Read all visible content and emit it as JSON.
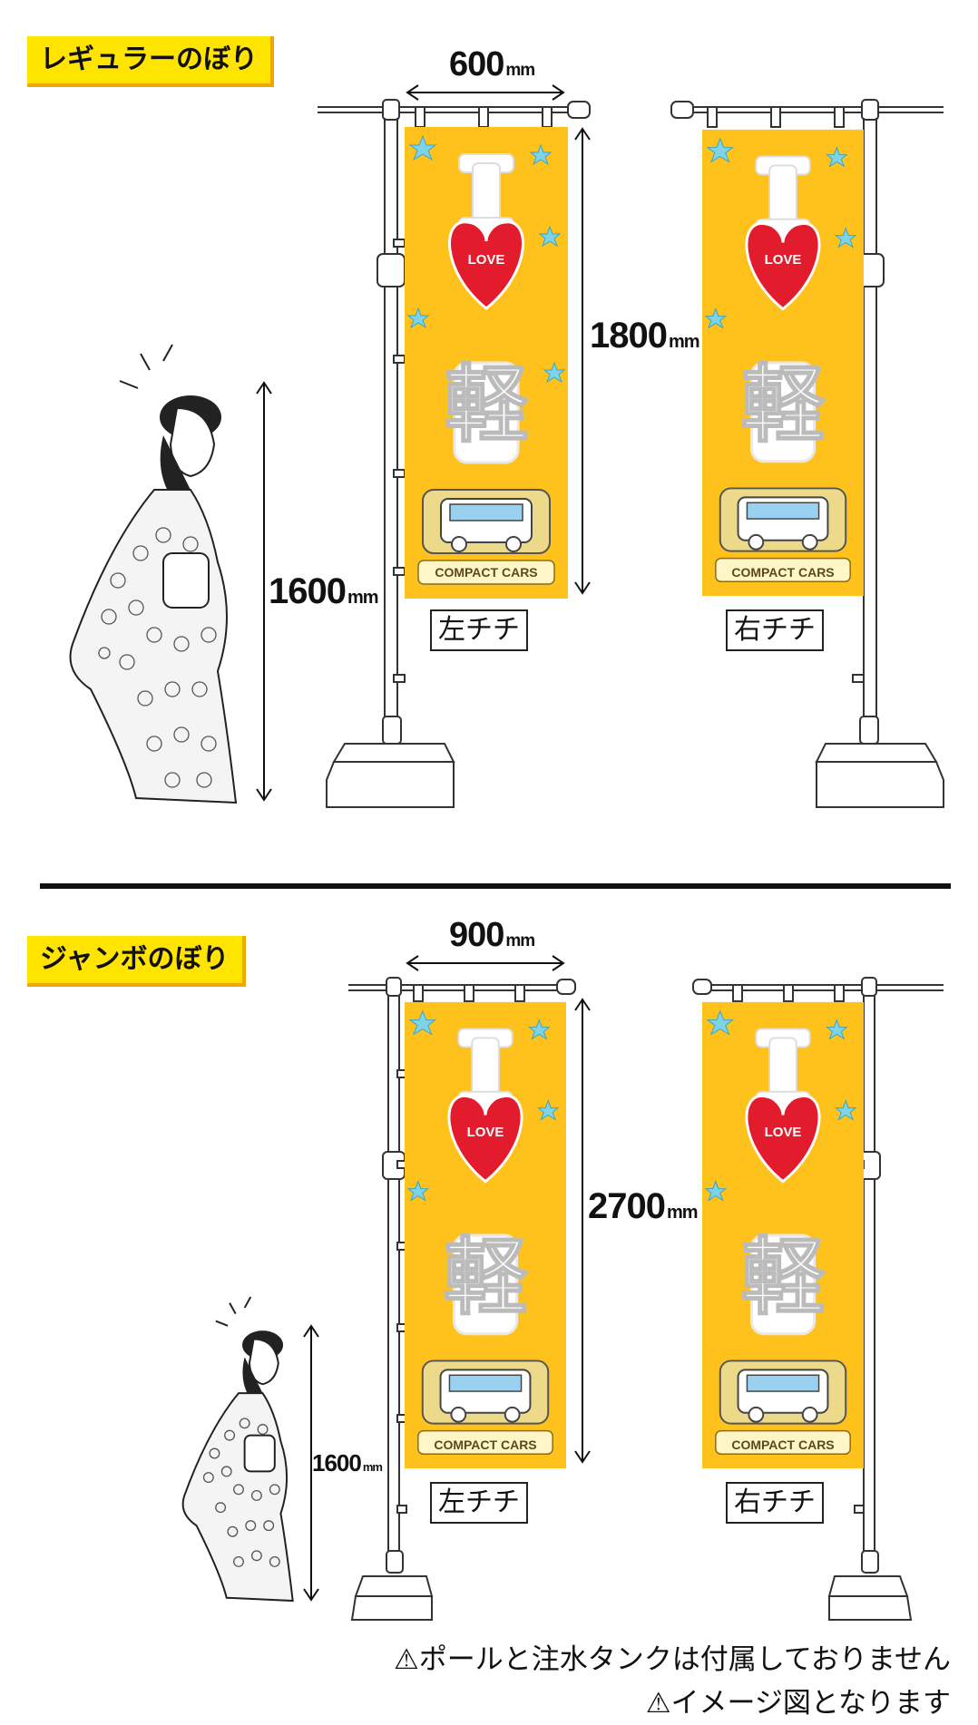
{
  "regular": {
    "label": "レギュラーのぼり",
    "width_value": "600",
    "height_value": "1800",
    "person_value": "1600",
    "unit": "mm",
    "left_caption": "左チチ",
    "right_caption": "右チチ"
  },
  "jumbo": {
    "label": "ジャンボのぼり",
    "width_value": "900",
    "height_value": "2700",
    "person_value": "1600",
    "unit": "mm",
    "left_caption": "左チチ",
    "right_caption": "右チチ"
  },
  "banner": {
    "letter_i": "I",
    "love_text": "LOVE",
    "kanji": "軽",
    "compact_cars": "COMPACT CARS",
    "background_color": "#ffc21c",
    "heart_color": "#e21b2d"
  },
  "notes": {
    "line1": "⚠ポールと注水タンクは付属しておりません",
    "line2": "⚠イメージ図となります"
  }
}
